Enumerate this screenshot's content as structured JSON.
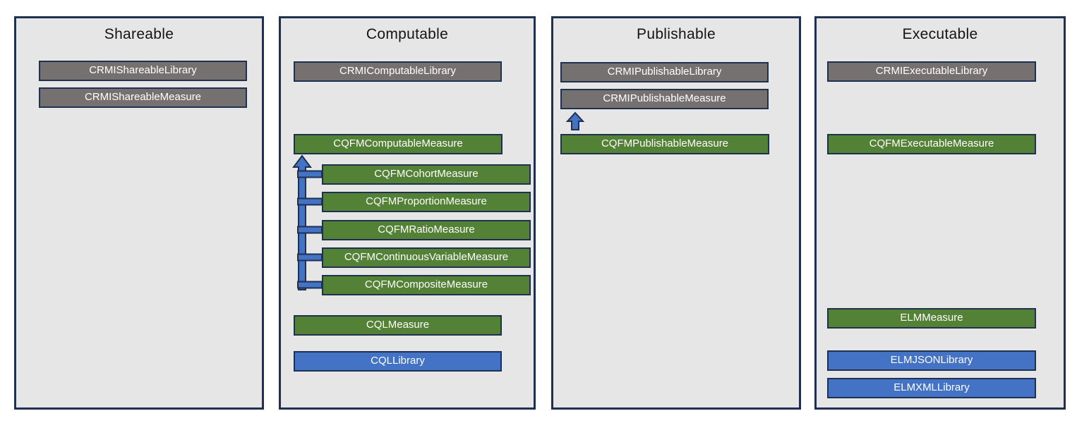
{
  "panels": {
    "shareable": {
      "title": "Shareable",
      "boxes": {
        "crmi_library": "CRMIShareableLibrary",
        "crmi_measure": "CRMIShareableMeasure"
      }
    },
    "computable": {
      "title": "Computable",
      "boxes": {
        "crmi_library": "CRMIComputableLibrary",
        "cqfm_measure": "CQFMComputableMeasure",
        "cohort": "CQFMCohortMeasure",
        "proportion": "CQFMProportionMeasure",
        "ratio": "CQFMRatioMeasure",
        "continuous_variable": "CQFMContinuousVariableMeasure",
        "composite": "CQFMCompositeMeasure",
        "cql_measure": "CQLMeasure",
        "cql_library": "CQLLibrary"
      }
    },
    "publishable": {
      "title": "Publishable",
      "boxes": {
        "crmi_library": "CRMIPublishableLibrary",
        "crmi_measure": "CRMIPublishableMeasure",
        "cqfm_measure": "CQFMPublishableMeasure"
      }
    },
    "executable": {
      "title": "Executable",
      "boxes": {
        "crmi_library": "CRMIExecutableLibrary",
        "cqfm_measure": "CQFMExecutableMeasure",
        "elm_measure": "ELMMeasure",
        "elm_json_library": "ELMJSONLibrary",
        "elm_xml_library": "ELMXMLLibrary"
      }
    }
  },
  "icons": {
    "computable_inheritance_arrow": "up-arrow-with-branch-connectors",
    "publishable_inheritance_arrow": "up-arrow"
  },
  "colors": {
    "page_background": "#ffffff",
    "panel_background": "#e6e6e6",
    "outline_navy": "#1f3050",
    "interface_gray": "#767171",
    "profile_green": "#538135",
    "library_blue": "#4472c4",
    "box_text": "#ffffff",
    "title_text": "#141414"
  }
}
